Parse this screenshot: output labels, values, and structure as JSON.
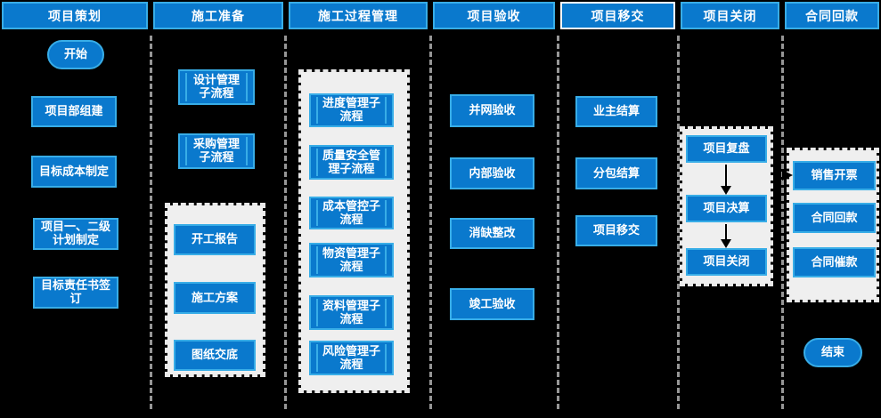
{
  "colors": {
    "canvas": "#000000",
    "node_fill": "#0a79cd",
    "node_border": "#38ade7",
    "selected_header_border": "#ffffff",
    "group_fill": "#efefef",
    "separator": "#969696",
    "arrow": "#000000",
    "text": "#ffffff"
  },
  "columns": [
    {
      "header": "项目策划",
      "items": [
        {
          "label": "开始",
          "type": "start"
        },
        {
          "label": "项目部组建",
          "type": "process"
        },
        {
          "label": "目标成本制定",
          "type": "process"
        },
        {
          "label": "项目一、二级计划制定",
          "type": "process"
        },
        {
          "label": "目标责任书签订",
          "type": "process"
        }
      ]
    },
    {
      "header": "施工准备",
      "items": [
        {
          "label": "设计管理子流程",
          "type": "subprocess"
        },
        {
          "label": "采购管理子流程",
          "type": "subprocess"
        }
      ],
      "group": {
        "items": [
          {
            "label": "开工报告",
            "type": "process"
          },
          {
            "label": "施工方案",
            "type": "process"
          },
          {
            "label": "图纸交底",
            "type": "process"
          }
        ]
      }
    },
    {
      "header": "施工过程管理",
      "group": {
        "items": [
          {
            "label": "进度管理子流程",
            "type": "subprocess"
          },
          {
            "label": "质量安全管理子流程",
            "type": "subprocess"
          },
          {
            "label": "成本管控子流程",
            "type": "subprocess"
          },
          {
            "label": "物资管理子流程",
            "type": "subprocess"
          },
          {
            "label": "资料管理子流程",
            "type": "subprocess"
          },
          {
            "label": "风险管理子流程",
            "type": "subprocess"
          }
        ]
      }
    },
    {
      "header": "项目验收",
      "items": [
        {
          "label": "并网验收",
          "type": "process"
        },
        {
          "label": "内部验收",
          "type": "process"
        },
        {
          "label": "消缺整改",
          "type": "process"
        },
        {
          "label": "竣工验收",
          "type": "process"
        }
      ]
    },
    {
      "header": "项目移交",
      "selected": true,
      "items": [
        {
          "label": "业主结算",
          "type": "process"
        },
        {
          "label": "分包结算",
          "type": "process"
        },
        {
          "label": "项目移交",
          "type": "process"
        }
      ]
    },
    {
      "header": "项目关闭",
      "group": {
        "items": [
          {
            "label": "项目复盘",
            "type": "process"
          },
          {
            "label": "项目决算",
            "type": "process"
          },
          {
            "label": "项目关闭",
            "type": "process"
          }
        ]
      }
    },
    {
      "header": "合同回款",
      "group": {
        "items": [
          {
            "label": "销售开票",
            "type": "process"
          },
          {
            "label": "合同回款",
            "type": "process"
          },
          {
            "label": "合同催款",
            "type": "process"
          }
        ]
      },
      "items": [
        {
          "label": "结束",
          "type": "end"
        }
      ]
    }
  ]
}
